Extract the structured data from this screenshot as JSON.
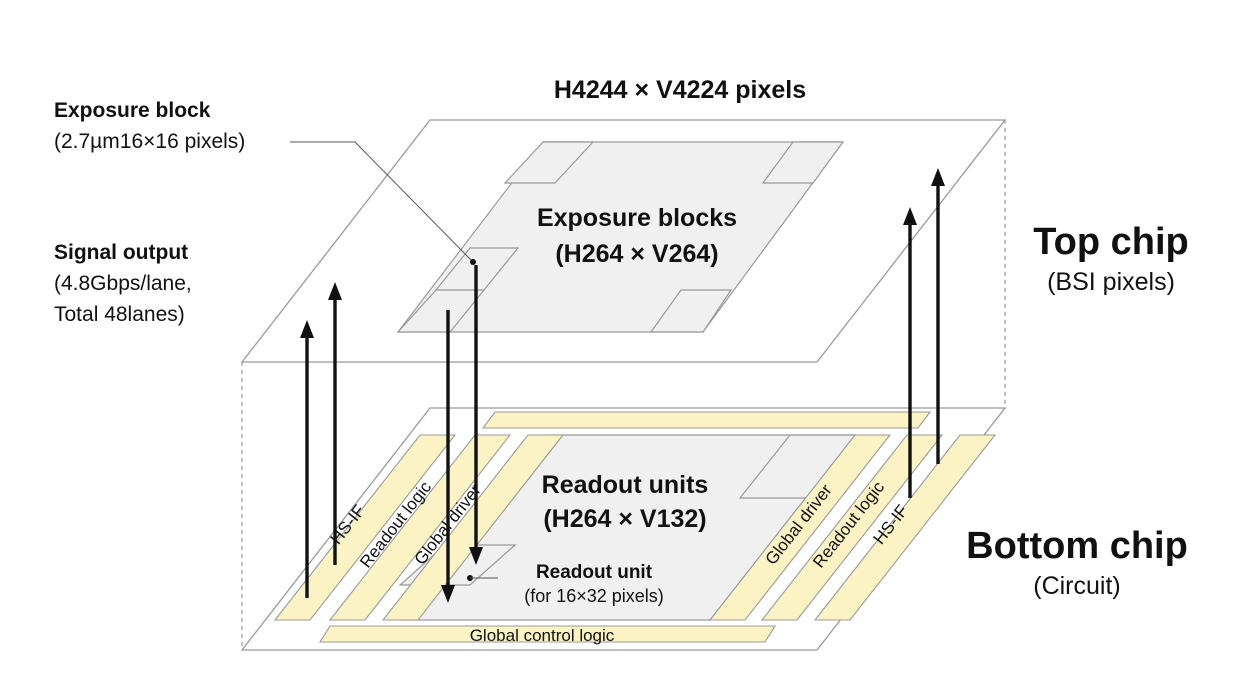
{
  "colors": {
    "plane_fill": "#ffffff",
    "outline": "#9a9a9a",
    "block_fill": "#f0f0f0",
    "strip_fill": "#fbf3c4",
    "arrow": "#111111",
    "text": "#111111"
  },
  "top_chip": {
    "pixels_title": "H4244 × V4224 pixels",
    "label": "Top chip",
    "sublabel": "(BSI pixels)",
    "blocks_label_line1": "Exposure blocks",
    "blocks_label_line2": "(H264 × V264)"
  },
  "exposure_block": {
    "title": "Exposure block",
    "detail": "(2.7µm16×16 pixels)"
  },
  "signal_output": {
    "title": "Signal output",
    "line1": "(4.8Gbps/lane,",
    "line2": "Total 48lanes)"
  },
  "bottom_chip": {
    "label": "Bottom chip",
    "sublabel": "(Circuit)",
    "units_label_line1": "Readout units",
    "units_label_line2": "(H264 × V132)",
    "readout_unit_title": "Readout unit",
    "readout_unit_detail": "(for 16×32 pixels)",
    "strips": {
      "left_hsif": "HS-IF",
      "left_readout_logic": "Readout logic",
      "left_global_driver": "Global driver",
      "right_global_driver": "Global driver",
      "right_readout_logic": "Readout logic",
      "right_hsif": "HS-IF",
      "global_control_logic": "Global control logic"
    }
  }
}
